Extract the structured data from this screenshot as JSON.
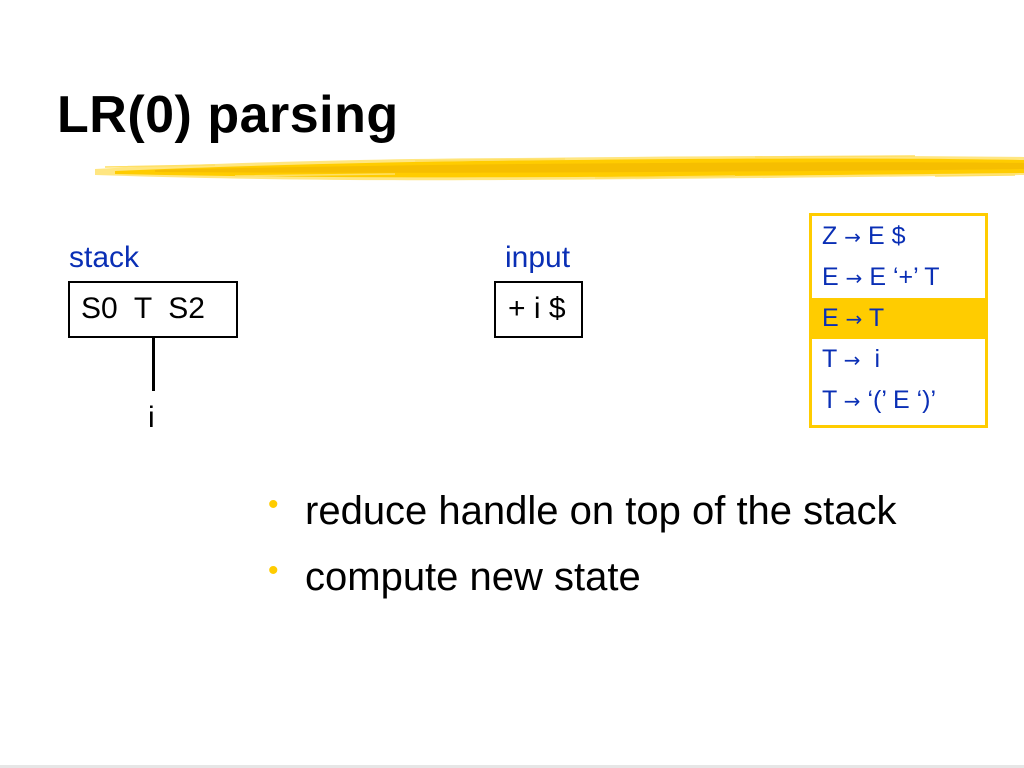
{
  "slide": {
    "title": "LR(0) parsing"
  },
  "stack": {
    "label": "stack",
    "contents": "S0  T  S2",
    "subtree_leaf": "i"
  },
  "input": {
    "label": "input",
    "contents": "+ i $"
  },
  "grammar": {
    "arrow": "→",
    "rules": [
      {
        "lhs": "Z",
        "rhs": " E $",
        "highlighted": false
      },
      {
        "lhs": "E",
        "rhs": " E ‘+’ T",
        "highlighted": false
      },
      {
        "lhs": "E",
        "rhs": " T",
        "highlighted": true
      },
      {
        "lhs": "T",
        "rhs": "  i",
        "highlighted": false
      },
      {
        "lhs": "T",
        "rhs": " ‘(’ E ‘)’",
        "highlighted": false
      }
    ]
  },
  "bullets": [
    "reduce handle on top of the stack",
    "compute new state"
  ],
  "colors": {
    "accent": "#ffcc00",
    "label_blue": "#0a2fb5",
    "text": "#000000"
  }
}
